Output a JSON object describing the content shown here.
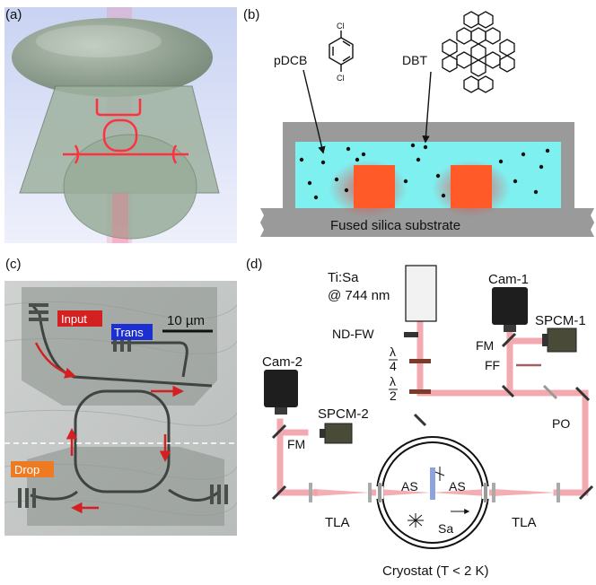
{
  "panels": {
    "a": {
      "label": "(a)"
    },
    "b": {
      "label": "(b)",
      "host_label": "pDCB",
      "dopant_label": "DBT",
      "substrate_label": "Fused silica substrate",
      "molecule_cl_top": "Cl",
      "molecule_cl_bottom": "Cl"
    },
    "c": {
      "label": "(c)",
      "input_label": "Input",
      "trans_label": "Trans",
      "drop_label": "Drop",
      "scale_label": "10 µm",
      "colors": {
        "input": "#d42020",
        "trans": "#1c2fd0",
        "drop": "#ee7b22"
      }
    },
    "d": {
      "label": "(d)",
      "laser_line1": "Ti:Sa",
      "laser_line2": "@ 744 nm",
      "nd_fw": "ND-FW",
      "qwp_num": "λ",
      "qwp_den": "4",
      "hwp_num": "λ",
      "hwp_den": "2",
      "cam1": "Cam-1",
      "spcm1": "SPCM-1",
      "fm_right": "FM",
      "ff": "FF",
      "cam2": "Cam-2",
      "spcm2": "SPCM-2",
      "fm_left": "FM",
      "po": "PO",
      "as_left": "AS",
      "as_right": "AS",
      "sa": "Sa",
      "tla_left": "TLA",
      "tla_right": "TLA",
      "cryostat": "Cryostat (T < 2 K)"
    }
  },
  "colors": {
    "beam": "#f2a0a8",
    "cavity": "#7ff0f0",
    "frame": "#9a9a9a",
    "device": "#ff5a28"
  }
}
